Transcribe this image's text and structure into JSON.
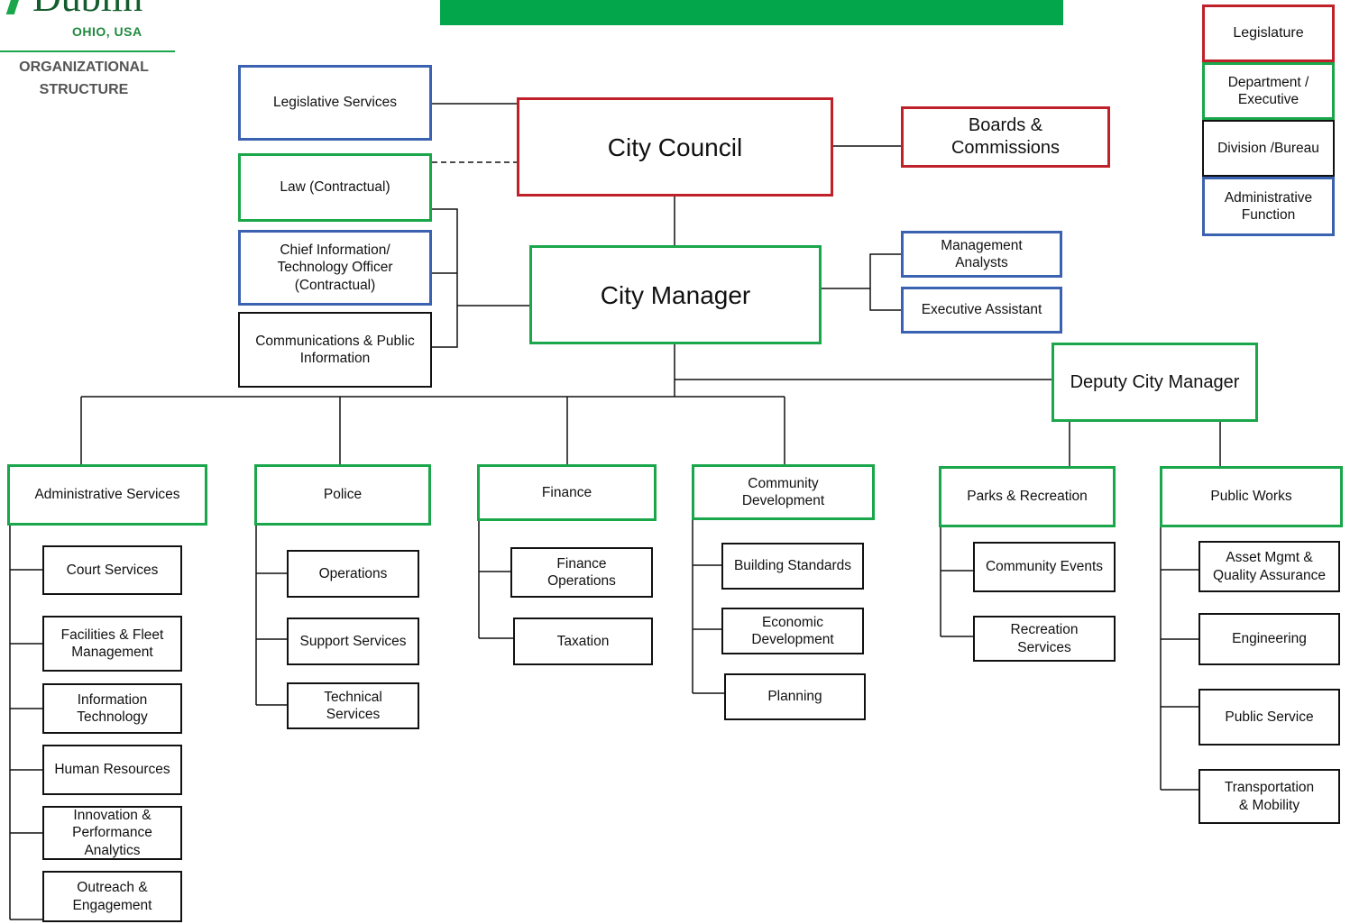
{
  "header": {
    "logo_word": "Dublin",
    "logo_location": "OHIO, USA",
    "title": "ORGANIZATIONAL\nSTRUCTURE",
    "bar_color": "#04a64b"
  },
  "colors": {
    "legislature": "#c0202a",
    "department": "#1aa64a",
    "division": "#111111",
    "administrative": "#3b62b0"
  },
  "legend": {
    "legislature": "Legislature",
    "department": "Department /\nExecutive",
    "division": "Division /Bureau",
    "administrative": "Administrative\nFunction"
  },
  "top": {
    "city_council": "City Council",
    "boards": "Boards &\nCommissions",
    "legislative_services": "Legislative Services",
    "law": "Law (Contractual)",
    "cio": "Chief Information/\nTechnology Officer\n(Contractual)",
    "communications": "Communications & Public\nInformation",
    "city_manager": "City Manager",
    "management_analysts": "Management\nAnalysts",
    "executive_assistant": "Executive Assistant",
    "deputy_city_manager": "Deputy City Manager"
  },
  "departments": {
    "administrative_services": "Administrative Services",
    "police": "Police",
    "finance": "Finance",
    "community_development": "Community\nDevelopment",
    "parks_recreation": "Parks & Recreation",
    "public_works": "Public Works"
  },
  "divisions": {
    "administrative_services": [
      "Court Services",
      "Facilities & Fleet\nManagement",
      "Information\nTechnology",
      "Human Resources",
      "Innovation &\nPerformance\nAnalytics",
      "Outreach &\nEngagement"
    ],
    "police": [
      "Operations",
      "Support Services",
      "Technical\nServices"
    ],
    "finance": [
      "Finance\nOperations",
      "Taxation"
    ],
    "community_development": [
      "Building Standards",
      "Economic\nDevelopment",
      "Planning"
    ],
    "parks_recreation": [
      "Community Events",
      "Recreation\nServices"
    ],
    "public_works": [
      "Asset Mgmt &\nQuality Assurance",
      "Engineering",
      "Public Service",
      "Transportation\n& Mobility"
    ]
  }
}
